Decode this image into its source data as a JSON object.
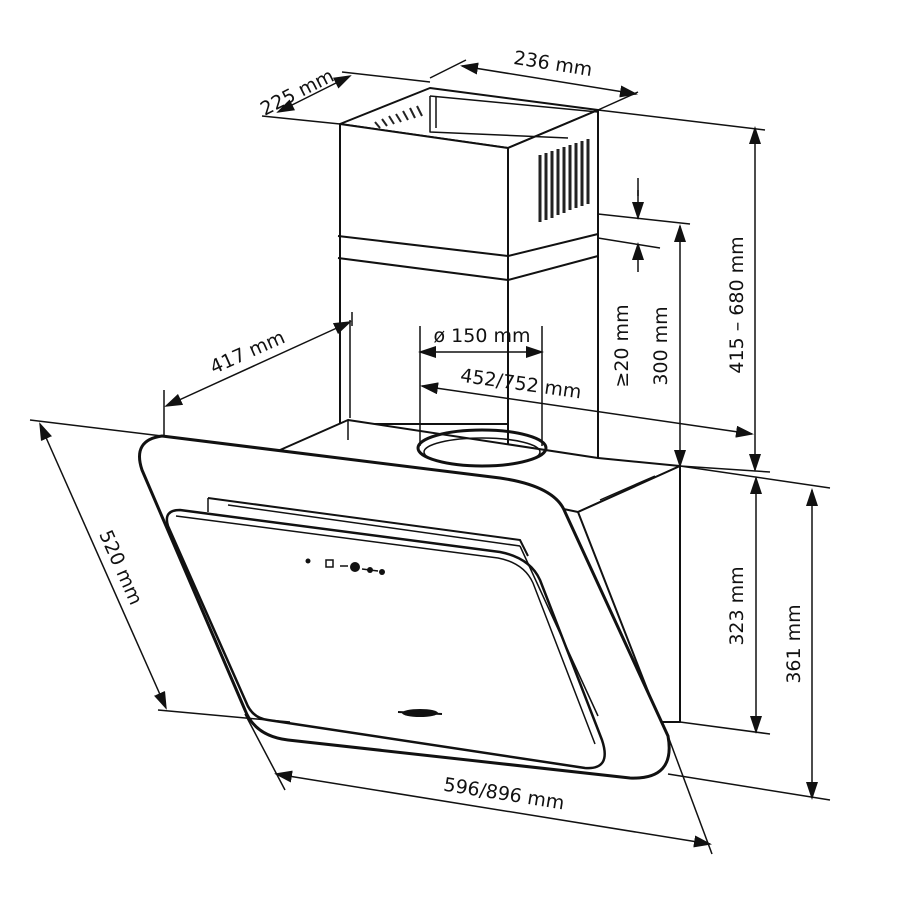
{
  "colors": {
    "stroke": "#111111",
    "background": "#ffffff",
    "grille": "#222222"
  },
  "dimensions": {
    "chimney_depth": "225 mm",
    "chimney_width": "236 mm",
    "total_height_range": "415 – 680 mm",
    "min_clearance": "≥20 mm",
    "chimney_offset": "300 mm",
    "hood_depth": "417 mm",
    "duct_diameter": "ø 150 mm",
    "chimney_position": "452/752 mm",
    "glass_length": "520 mm",
    "hood_height_front": "323 mm",
    "hood_height_total": "361 mm",
    "hood_width": "596/896 mm"
  }
}
